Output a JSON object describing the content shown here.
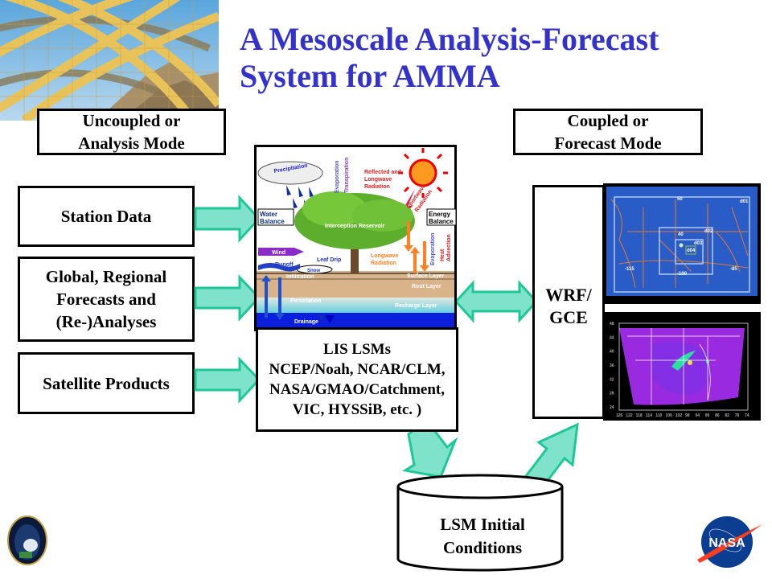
{
  "title": {
    "line1": "A Mesoscale Analysis-Forecast",
    "line2": "System for AMMA"
  },
  "colors": {
    "title": "#3333cc",
    "arrow_fill": "#7fe3cc",
    "arrow_stroke": "#1ec896",
    "map_blue": "#2a5cc8",
    "soil": "#d9b48a",
    "water": "#0a1edc"
  },
  "modes": {
    "uncoupled": {
      "line1": "Uncoupled or",
      "line2": "Analysis Mode"
    },
    "coupled": {
      "line1": "Coupled or",
      "line2": "Forecast Mode"
    }
  },
  "inputs": [
    {
      "lines": [
        "Station Data"
      ]
    },
    {
      "lines": [
        "Global, Regional",
        "Forecasts and",
        "(Re-)Analyses"
      ]
    },
    {
      "lines": [
        "Satellite Products"
      ]
    }
  ],
  "lsm_diagram": {
    "labels": {
      "precipitation": "Precipitation",
      "evaporation": "Evaporation",
      "transpiration": "Transpiration",
      "reflected": [
        "Reflected and",
        "Longwave",
        "Radiation"
      ],
      "shortwave": [
        "Shortwave",
        "Radiation"
      ],
      "water_balance": [
        "Water",
        "Balance"
      ],
      "energy_balance": [
        "Energy",
        "Balance"
      ],
      "interception": "Interception Reservoir",
      "wind": "Wind",
      "leaf_drip": "Leaf Drip",
      "longwave": [
        "Longwave",
        "Radiation"
      ],
      "evaporation2": "Evaporation",
      "heat_advection": [
        "Heat",
        "Advection"
      ],
      "runoff": "Runoff",
      "snow": "Snow",
      "infiltration": "Infiltration",
      "surface_layer": "Surface Layer",
      "root_layer": "Root Layer",
      "percolation": "Percolation",
      "recharge_layer": "Recharge Layer",
      "drainage": "Drainage"
    }
  },
  "lis_box": {
    "lines": [
      "LIS LSMs",
      "NCEP/Noah, NCAR/CLM,",
      "NASA/GMAO/Catchment,",
      "VIC, HYSSiB, etc. )"
    ]
  },
  "wrf_box": {
    "lines": [
      "WRF/",
      "GCE"
    ]
  },
  "domain_map": {
    "labels": {
      "d01": "d01",
      "d02": "d02",
      "d03": "d03",
      "d04": "d04",
      "lat50": "50",
      "lat40": "40",
      "lon115": "-115",
      "lon100": "-100",
      "lon85": "-85"
    }
  },
  "forecast_map": {
    "y_ticks": [
      "48",
      "44",
      "40",
      "36",
      "32",
      "28",
      "24"
    ],
    "x_ticks": [
      "126",
      "122",
      "118",
      "114",
      "110",
      "106",
      "102",
      "98",
      "94",
      "90",
      "86",
      "82",
      "78",
      "74"
    ]
  },
  "initial_conditions": {
    "lines": [
      "LSM Initial",
      "Conditions"
    ]
  },
  "logos": {
    "left": "NASA Land Information System emblem",
    "right": "NASA"
  }
}
